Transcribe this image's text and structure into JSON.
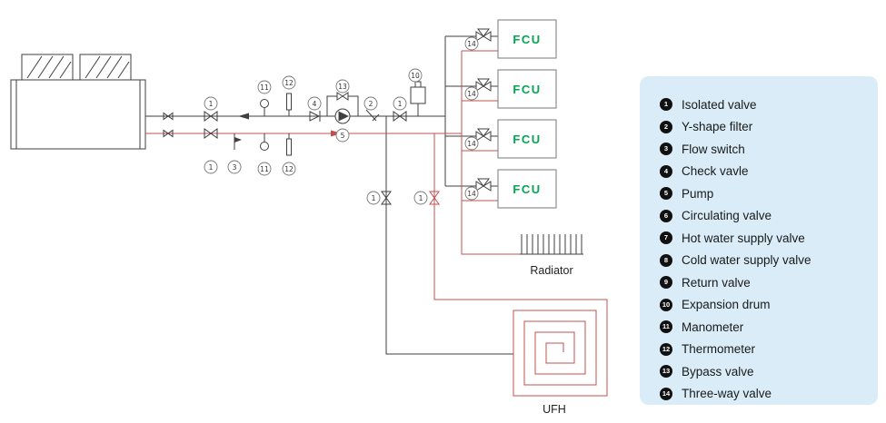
{
  "colors": {
    "pipe_dark": "#3f3f3f",
    "pipe_hot": "#c0504d",
    "fcu_text": "#00a651",
    "legend_bg": "#d9ecf7",
    "legend_text": "#1a1a1a",
    "bullet_bg": "#111111",
    "bullet_text": "#ffffff"
  },
  "diagram": {
    "fcu_units": [
      "FCU",
      "FCU",
      "FCU",
      "FCU"
    ],
    "radiator_label": "Radiator",
    "ufh_label": "UFH",
    "markers": [
      "1",
      "11",
      "12",
      "4",
      "13",
      "5",
      "2",
      "1",
      "10",
      "1",
      "3",
      "11",
      "12",
      "14",
      "14",
      "14",
      "14",
      "1",
      "1"
    ]
  },
  "legend": {
    "items": [
      {
        "num": "1",
        "label": "Isolated valve"
      },
      {
        "num": "2",
        "label": "Y-shape filter"
      },
      {
        "num": "3",
        "label": "Flow switch"
      },
      {
        "num": "4",
        "label": "Check vavle"
      },
      {
        "num": "5",
        "label": "Pump"
      },
      {
        "num": "6",
        "label": "Circulating valve"
      },
      {
        "num": "7",
        "label": "Hot water supply valve"
      },
      {
        "num": "8",
        "label": "Cold water supply valve"
      },
      {
        "num": "9",
        "label": "Return valve"
      },
      {
        "num": "10",
        "label": "Expansion drum"
      },
      {
        "num": "11",
        "label": "Manometer"
      },
      {
        "num": "12",
        "label": "Thermometer"
      },
      {
        "num": "13",
        "label": "Bypass valve"
      },
      {
        "num": "14",
        "label": "Three-way valve"
      }
    ]
  }
}
